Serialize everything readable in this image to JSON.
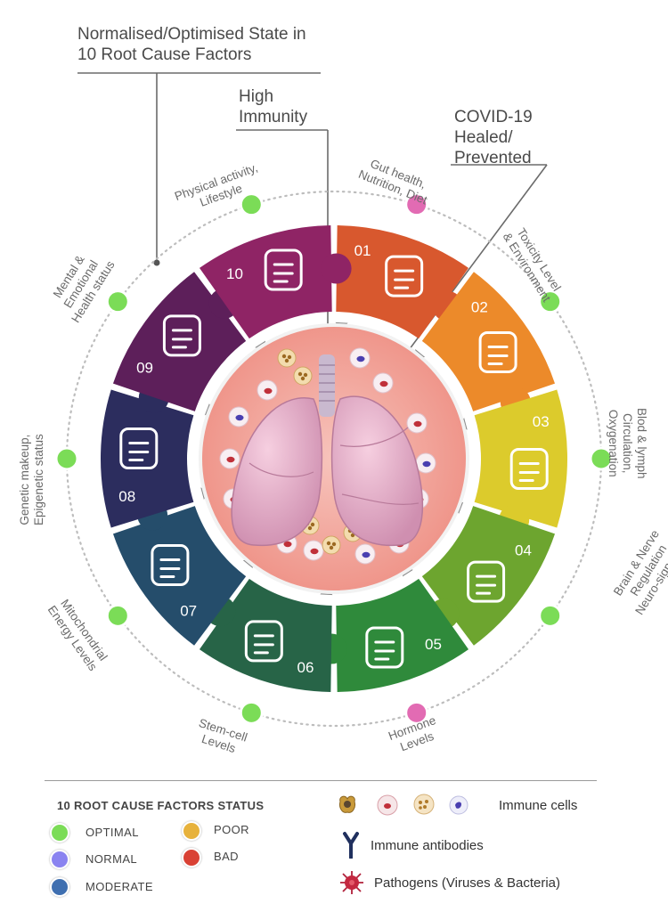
{
  "callouts": {
    "root_cause": [
      "Normalised/Optimised State in",
      "10 Root Cause Factors"
    ],
    "immunity": [
      "High",
      "Immunity"
    ],
    "covid": [
      "COVID-19",
      "Healed/",
      "Prevented"
    ]
  },
  "factors": [
    {
      "num": "01",
      "label": [
        "Gut health,",
        "Nutrition, Diet"
      ],
      "color": "#d8582e",
      "status_color": "#e26bb3",
      "icon": "poison-bottle-icon"
    },
    {
      "num": "02",
      "label": [
        "Toxicity Level",
        "& Environment"
      ],
      "color": "#ec8a2a",
      "status_color": "#7bdc57",
      "icon": "intestine-icon"
    },
    {
      "num": "03",
      "label": [
        "Blod & lymph",
        "Circulation,",
        "Oxygenation"
      ],
      "color": "#dccb2c",
      "status_color": "#7bdc57",
      "icon": "heart-icon"
    },
    {
      "num": "04",
      "label": [
        "Brain & Nerve",
        "Regulation",
        "Neuro-signaling"
      ],
      "color": "#6da52f",
      "status_color": "#7bdc57",
      "icon": "nervous-system-icon"
    },
    {
      "num": "05",
      "label": [
        "Hormone",
        "Levels"
      ],
      "color": "#2f8a3b",
      "status_color": "#e26bb3",
      "icon": "endocrine-glands-icon"
    },
    {
      "num": "06",
      "label": [
        "Stem-cell",
        "Levels"
      ],
      "color": "#276447",
      "status_color": "#7bdc57",
      "icon": "antibody-icon"
    },
    {
      "num": "07",
      "label": [
        "Mitochondrial",
        "Energy Levels"
      ],
      "color": "#254d6b",
      "status_color": "#7bdc57",
      "icon": "human-body-icon"
    },
    {
      "num": "08",
      "label": [
        "Genetic makeup,",
        "Epigenetic status"
      ],
      "color": "#2c2d5e",
      "status_color": "#7bdc57",
      "icon": "dna-icon"
    },
    {
      "num": "09",
      "label": [
        "Mental &",
        "Emotional",
        "Health status"
      ],
      "color": "#5d1f5a",
      "status_color": "#7bdc57",
      "icon": "brain-head-icon"
    },
    {
      "num": "10",
      "label": [
        "Physical activity,",
        "Lifestyle"
      ],
      "color": "#8f2465",
      "status_color": "#7bdc57",
      "icon": "exercise-icon"
    }
  ],
  "legend": {
    "title": "10 ROOT CAUSE FACTORS STATUS",
    "statuses": [
      {
        "label": "OPTIMAL",
        "color": "#7bdc57"
      },
      {
        "label": "NORMAL",
        "color": "#8a83f0"
      },
      {
        "label": "MODERATE",
        "color": "#3f6fb0"
      },
      {
        "label": "POOR",
        "color": "#e7b23c"
      },
      {
        "label": "BAD",
        "color": "#d94134"
      }
    ],
    "items": [
      {
        "label": "Immune cells",
        "icon": "immune-cells-icon"
      },
      {
        "label": "Immune antibodies",
        "icon": "antibody-icon"
      },
      {
        "label": "Pathogens (Viruses & Bacteria)",
        "icon": "virus-icon"
      }
    ]
  }
}
